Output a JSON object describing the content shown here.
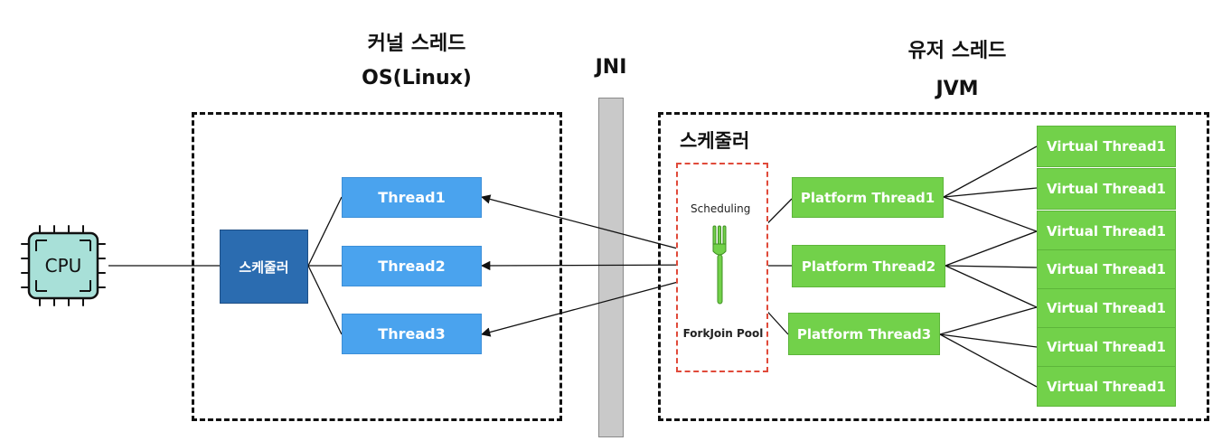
{
  "kernel": {
    "title": "커널 스레드",
    "subtitle": "OS(Linux)",
    "scheduler_label": "스케줄러",
    "threads": [
      "Thread1",
      "Thread2",
      "Thread3"
    ]
  },
  "jni": {
    "label": "JNI"
  },
  "user": {
    "title": "유저 스레드",
    "subtitle": "JVM",
    "scheduler_label": "스케줄러",
    "scheduling_label": "Scheduling",
    "pool_label": "ForkJoin Pool",
    "platform_threads": [
      "Platform Thread1",
      "Platform Thread2",
      "Platform Thread3"
    ],
    "virtual_threads": [
      "Virtual Thread1",
      "Virtual Thread1",
      "Virtual Thread1",
      "Virtual Thread1",
      "Virtual Thread1",
      "Virtual Thread1",
      "Virtual Thread1"
    ]
  },
  "cpu": {
    "label": "CPU"
  },
  "colors": {
    "kernel_thread": "#4aa3ee",
    "kernel_scheduler": "#2b6cb0",
    "platform_thread": "#72d14a",
    "virtual_thread": "#72d14a",
    "pool_border": "#e04a3a",
    "cpu_fill": "#a8e0d8"
  }
}
